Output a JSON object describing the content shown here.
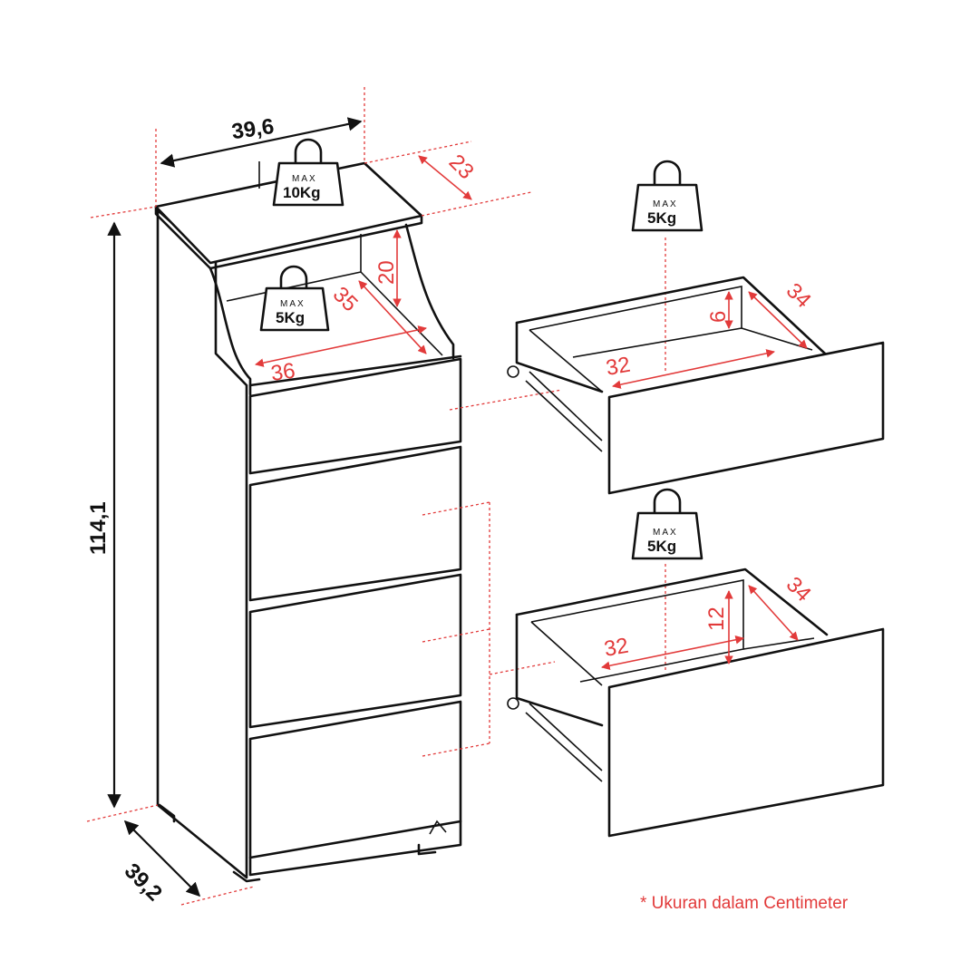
{
  "dimensions": {
    "width": "39,6",
    "depth": "39,2",
    "height": "114,1",
    "top_depth": "23",
    "shelf_height": "20",
    "shelf_depth": "35",
    "shelf_width": "36",
    "drawer1_height": "6",
    "drawer1_width": "32",
    "drawer1_depth": "34",
    "drawer2_height": "12",
    "drawer2_width": "32",
    "drawer2_depth": "34"
  },
  "weights": {
    "top": {
      "max": "MAX",
      "value": "10Kg"
    },
    "shelf": {
      "max": "MAX",
      "value": "5Kg"
    },
    "drawer1": {
      "max": "MAX",
      "value": "5Kg"
    },
    "drawer2": {
      "max": "MAX",
      "value": "5Kg"
    }
  },
  "footnote": "* Ukuran dalam Centimeter",
  "colors": {
    "line": "#111111",
    "accent": "#e23a3a"
  }
}
